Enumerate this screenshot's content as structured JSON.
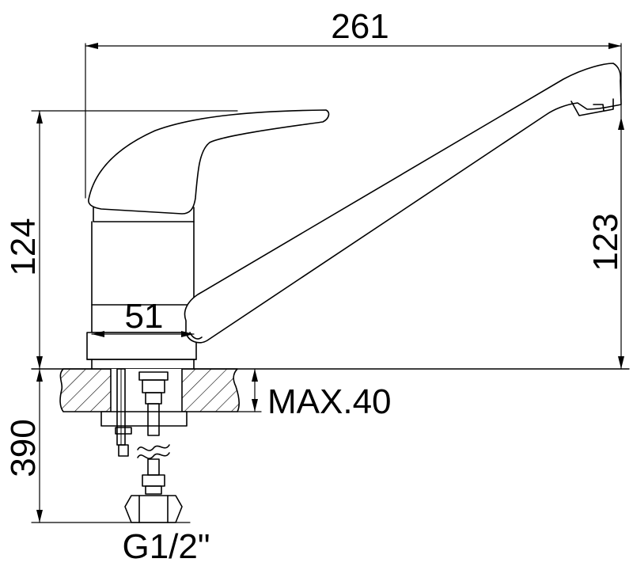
{
  "dimensions": {
    "overall_length": "261",
    "total_height": "124",
    "spout_height": "123",
    "body_diameter": "51",
    "max_counter_thickness": "MAX.40",
    "hose_length": "390",
    "connection_thread": "G1/2\""
  },
  "colors": {
    "line": "#000000",
    "background": "#ffffff"
  }
}
